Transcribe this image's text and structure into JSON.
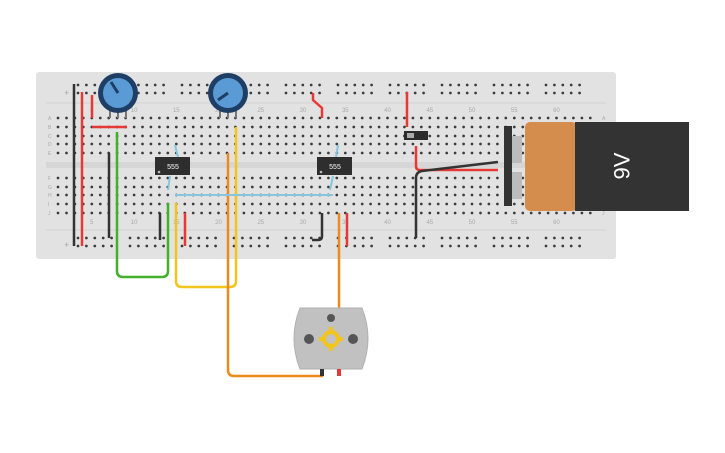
{
  "breadboard": {
    "column_numbers": [
      "5",
      "10",
      "15",
      "20",
      "25",
      "30",
      "35",
      "40",
      "45",
      "50",
      "55",
      "60"
    ],
    "row_letters_top": [
      "A",
      "B",
      "C",
      "D",
      "E"
    ],
    "row_letters_bottom": [
      "F",
      "G",
      "H",
      "I",
      "J"
    ],
    "rail_plus_top": "+",
    "rail_minus_bottom": "+"
  },
  "ic_left": {
    "label": "555"
  },
  "ic_right": {
    "label": "555"
  },
  "battery": {
    "label": "9V"
  },
  "colors": {
    "board": "#e2e2e2",
    "wire_red": "#e53935",
    "wire_black": "#333333",
    "wire_green": "#43b02a",
    "wire_yellow": "#f2c51c",
    "wire_orange": "#ee8a1b",
    "wire_cyan": "#86c5dd",
    "battery_copper": "#d58d4d",
    "battery_body": "#333333",
    "knob": "#5a9bd5"
  }
}
